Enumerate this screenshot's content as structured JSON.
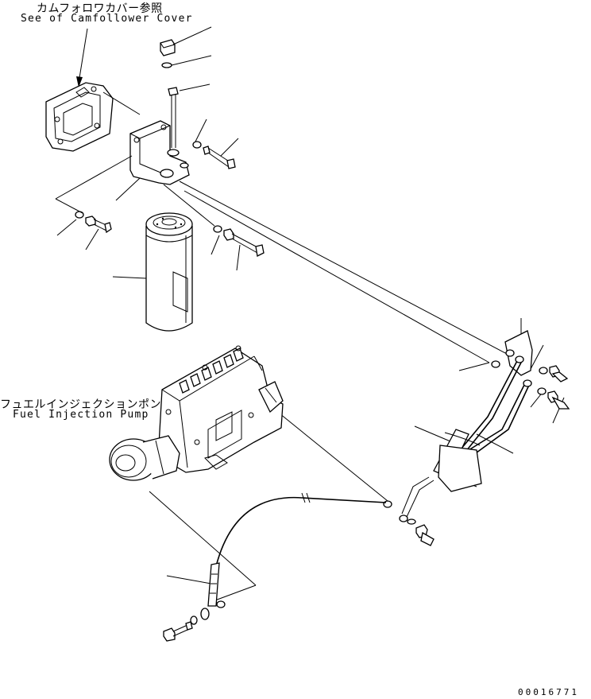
{
  "labels": {
    "camfollower_jp": "カムフォロワカバー参照",
    "camfollower_en": "See of Camfollower Cover",
    "pump_jp": "フュエルインジェクションポンプ",
    "pump_en": "Fuel Injection Pump"
  },
  "part_number": "00016771"
}
